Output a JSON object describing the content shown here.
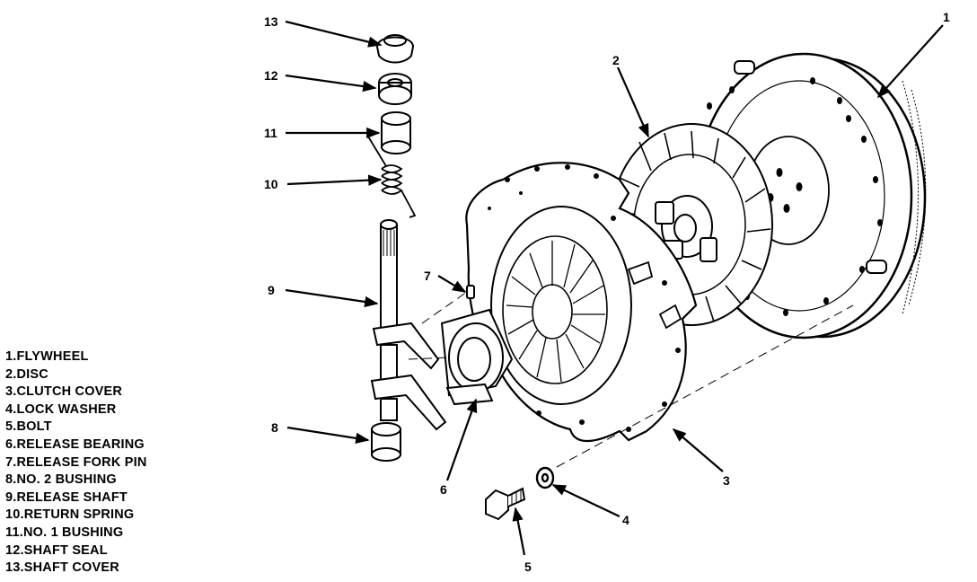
{
  "legend": [
    "1.FLYWHEEL",
    "2.DISC",
    "3.CLUTCH COVER",
    "4.LOCK WASHER",
    "5.BOLT",
    "6.RELEASE BEARING",
    "7.RELEASE FORK PIN",
    "8.NO. 2 BUSHING",
    "9.RELEASE SHAFT",
    "10.RETURN SPRING",
    "11.NO. 1 BUSHING",
    "12.SHAFT SEAL",
    "13.SHAFT COVER"
  ],
  "callouts": {
    "c1": "1",
    "c2": "2",
    "c3": "3",
    "c4": "4",
    "c5": "5",
    "c6": "6",
    "c7": "7",
    "c8": "8",
    "c9": "9",
    "c10": "10",
    "c11": "11",
    "c12": "12",
    "c13": "13"
  }
}
